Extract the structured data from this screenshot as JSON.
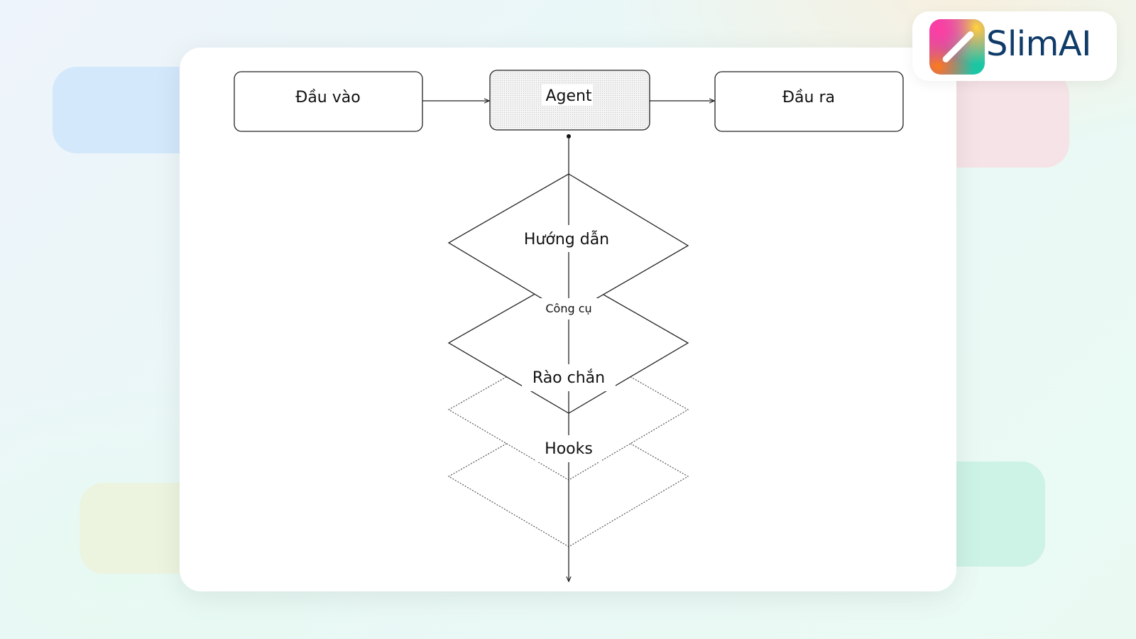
{
  "diagram": {
    "input_label": "Đầu vào",
    "agent_label": "Agent",
    "output_label": "Đầu ra",
    "layers": [
      {
        "label": "Hướng dẫn",
        "style": "solid"
      },
      {
        "label": "Công cụ",
        "style": "solid"
      },
      {
        "label": "Rào chắn",
        "style": "dotted"
      },
      {
        "label": "Hooks",
        "style": "dotted"
      }
    ]
  },
  "logo": {
    "brand_text": "SlimAI",
    "colors": [
      "#ff3fa0",
      "#ffd23a",
      "#6b5bff",
      "#19c8a0"
    ],
    "text_color": "#0f3b68"
  }
}
